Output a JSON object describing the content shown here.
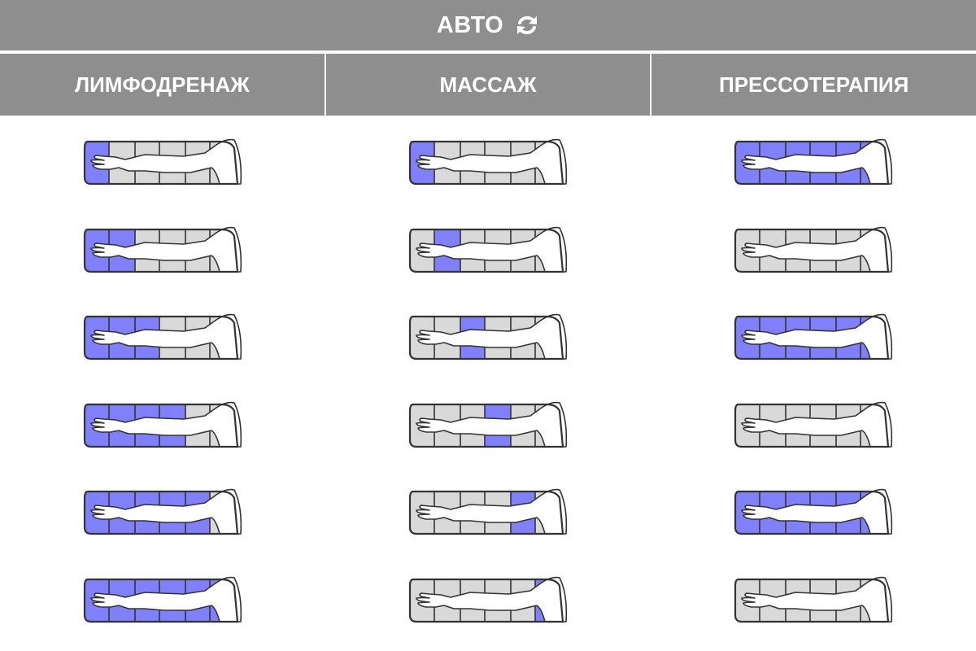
{
  "header": {
    "title": "АВТО",
    "icon": "refresh-icon"
  },
  "tabs": [
    {
      "id": "lymph",
      "label": "ЛИМФОДРЕНАЖ"
    },
    {
      "id": "massage",
      "label": "МАССАЖ"
    },
    {
      "id": "press",
      "label": "ПРЕССОТЕРАПИЯ"
    }
  ],
  "colors": {
    "bar": "#8e8e8e",
    "bar_text": "#ffffff",
    "chamber_active": "#8080fa",
    "chamber_inactive": "#d9d9d9",
    "outline": "#333333",
    "arm_fill": "#ffffff"
  },
  "sequences": [
    {
      "mode": "lymph",
      "steps": [
        [
          1,
          0,
          0,
          0,
          0,
          0
        ],
        [
          1,
          1,
          0,
          0,
          0,
          0
        ],
        [
          1,
          1,
          1,
          0,
          0,
          0
        ],
        [
          1,
          1,
          1,
          1,
          0,
          0
        ],
        [
          1,
          1,
          1,
          1,
          1,
          0
        ],
        [
          1,
          1,
          1,
          1,
          1,
          1
        ]
      ]
    },
    {
      "mode": "massage",
      "steps": [
        [
          1,
          0,
          0,
          0,
          0,
          0
        ],
        [
          0,
          1,
          0,
          0,
          0,
          0
        ],
        [
          0,
          0,
          1,
          0,
          0,
          0
        ],
        [
          0,
          0,
          0,
          1,
          0,
          0
        ],
        [
          0,
          0,
          0,
          0,
          1,
          0
        ],
        [
          0,
          0,
          0,
          0,
          0,
          1
        ]
      ]
    },
    {
      "mode": "press",
      "steps": [
        [
          1,
          1,
          1,
          1,
          1,
          1
        ],
        [
          0,
          0,
          0,
          0,
          0,
          0
        ],
        [
          1,
          1,
          1,
          1,
          1,
          1
        ],
        [
          0,
          0,
          0,
          0,
          0,
          0
        ],
        [
          1,
          1,
          1,
          1,
          1,
          1
        ],
        [
          0,
          0,
          0,
          0,
          0,
          0
        ]
      ]
    }
  ]
}
